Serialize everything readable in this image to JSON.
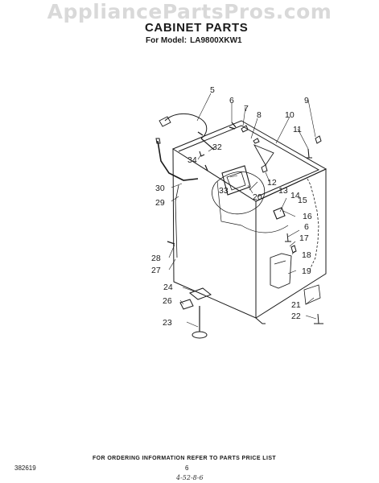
{
  "watermark": "AppliancePartsPros.com",
  "title": "CABINET PARTS",
  "model_label": "For Model:",
  "model_value": "LA9800XKW1",
  "callouts": [
    "5",
    "6",
    "7",
    "8",
    "9",
    "10",
    "11",
    "32",
    "34",
    "33",
    "30",
    "29",
    "20",
    "12",
    "13",
    "14",
    "15",
    "16",
    "6",
    "17",
    "18",
    "28",
    "27",
    "19",
    "24",
    "26",
    "21",
    "22",
    "23"
  ],
  "footer_note": "FOR ORDERING INFORMATION REFER TO PARTS PRICE LIST",
  "part_code": "382619",
  "page_number": "6",
  "handwritten_note": "4-52-8-6"
}
